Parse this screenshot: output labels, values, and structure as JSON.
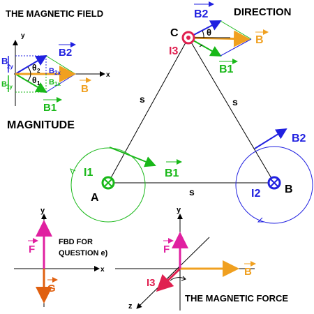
{
  "titles": {
    "magnetic_field": "THE MAGNETIC FIELD",
    "direction": "DIRECTION",
    "magnitude": "MAGNITUDE",
    "fbd": "FBD FOR",
    "fbd_question": "QUESTION e)",
    "magnetic_force": "THE MAGNETIC FORCE"
  },
  "axes": {
    "x": "x",
    "y": "y",
    "z": "z"
  },
  "vectors": {
    "B": "B",
    "B1": "B1",
    "B2": "B2",
    "B1x": "B",
    "B1x_sub": "1x",
    "B2x": "B",
    "B2x_sub": "2x",
    "B1y": "B",
    "B1y_sub": "1y",
    "B2y": "B",
    "B2y_sub": "2y",
    "theta": "θ",
    "theta1": "θ",
    "theta1_sub": "1",
    "theta2": "θ",
    "theta2_sub": "2",
    "F": "F",
    "G": "G"
  },
  "wires": {
    "I1": "I1",
    "I2": "I2",
    "I3": "I3",
    "A": "A",
    "B": "B",
    "C": "C"
  },
  "sides": {
    "s": "s"
  },
  "colors": {
    "green": "#18b818",
    "blue": "#2020e0",
    "orange": "#f0a020",
    "red": "#e02050",
    "magenta": "#e020a0",
    "darkorange": "#e06010",
    "black": "#000000"
  }
}
